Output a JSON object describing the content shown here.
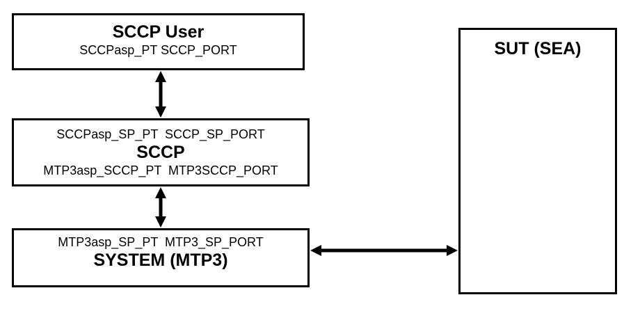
{
  "diagram": {
    "type": "block-diagram",
    "colors": {
      "background": "#ffffff",
      "line": "#000000",
      "text": "#000000"
    },
    "boxes": {
      "sccp_user": {
        "title": "SCCP User",
        "ports": "SCCPasp_PT SCCP_PORT"
      },
      "sccp": {
        "ports_top": "SCCPasp_SP_PT  SCCP_SP_PORT",
        "title": "SCCP",
        "ports_bottom": "MTP3asp_SCCP_PT  MTP3SCCP_PORT"
      },
      "system_mtp3": {
        "ports_top": "MTP3asp_SP_PT  MTP3_SP_PORT",
        "title": "SYSTEM (MTP3)"
      },
      "sut": {
        "title": "SUT (SEA)"
      }
    },
    "connections": [
      {
        "from": "sccp_user",
        "to": "sccp",
        "direction": "bidirectional",
        "orientation": "vertical"
      },
      {
        "from": "sccp",
        "to": "system_mtp3",
        "direction": "bidirectional",
        "orientation": "vertical"
      },
      {
        "from": "system_mtp3",
        "to": "sut",
        "direction": "bidirectional",
        "orientation": "horizontal"
      }
    ]
  }
}
